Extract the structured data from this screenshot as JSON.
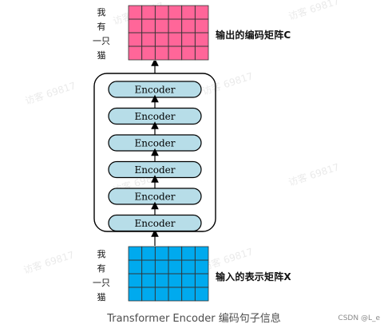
{
  "top_matrix": {
    "label": "输出的编码矩阵C",
    "color": "#ff6699",
    "rows": 4,
    "cols": 6,
    "tokens": [
      "我",
      "有",
      "一只",
      "猫"
    ]
  },
  "bottom_matrix": {
    "label": "输入的表示矩阵X",
    "color": "#00aaee",
    "rows": 4,
    "cols": 6,
    "tokens": [
      "我",
      "有",
      "一只",
      "猫"
    ]
  },
  "encoder_stack": {
    "blocks": [
      "Encoder",
      "Encoder",
      "Encoder",
      "Encoder",
      "Encoder",
      "Encoder"
    ],
    "block_color": "#b7dde8"
  },
  "caption": "Transformer Encoder 编码句子信息",
  "watermark_text": "访客 69817",
  "footer": "CSDN @L_e"
}
